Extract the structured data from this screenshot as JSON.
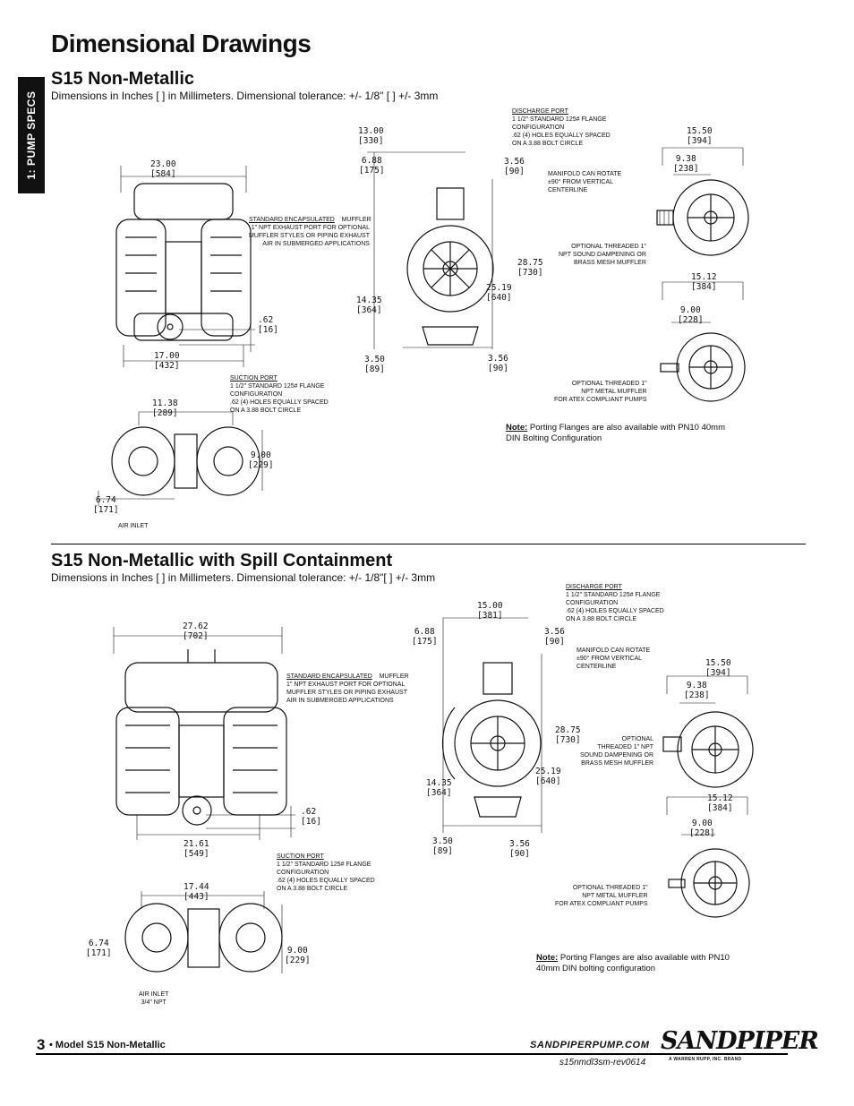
{
  "page": {
    "title": "Dimensional Drawings",
    "side_tab": "1: PUMP SPECS",
    "footer": {
      "page_number": "3",
      "model": "• Model S15 Non-Metallic",
      "website": "SANDPIPERPUMP.COM",
      "revision": "s15nmdl3sm-rev0614",
      "logo_text": "SANDPIPER",
      "logo_subtext": "A WARREN RUPP, INC. BRAND"
    }
  },
  "section1": {
    "heading": "S15 Non-Metallic",
    "subtitle": "Dimensions in Inches [    ] in Millimeters.  Dimensional tolerance: +/- 1/8\" [    ] +/- 3mm",
    "dims": {
      "d23_00": "23.00\n[584]",
      "d17_00": "17.00\n[432]",
      "d062": ".62\n[16]",
      "d11_38": "11.38\n[289]",
      "d9_00a": "9.00\n[229]",
      "d6_74": "6.74\n[171]",
      "d13_00": "13.00\n[330]",
      "d6_88": "6.88\n[175]",
      "d3_56a": "3.56\n[90]",
      "d28_75": "28.75\n[730]",
      "d25_19": "25.19\n[640]",
      "d14_35": "14.35\n[364]",
      "d3_50": "3.50\n[89]",
      "d3_56b": "3.56\n[90]",
      "d15_50": "15.50\n[394]",
      "d9_38": "9.38\n[238]",
      "d15_12": "15.12\n[384]",
      "d9_00b": "9.00\n[228]"
    },
    "labels": {
      "discharge_title": "DISCHARGE PORT",
      "discharge_body": "1 1/2\" STANDARD 125# FLANGE\nCONFIGURATION\n.62 (4) HOLES EQUALLY SPACED\nON A 3.88 BOLT CIRCLE",
      "manifold": "MANIFOLD CAN ROTATE\n±90° FROM VERTICAL\nCENTERLINE",
      "muffler_title": "STANDARD ENCAPSULATED",
      "muffler_word": "MUFFLER",
      "muffler_body": "1\" NPT EXHAUST PORT FOR OPTIONAL\nMUFFLER STYLES OR PIPING EXHAUST\nAIR IN SUBMERGED APPLICATIONS",
      "opt_sound": "OPTIONAL THREADED 1\"\nNPT SOUND DAMPENING OR\nBRASS MESH MUFFLER",
      "opt_metal": "OPTIONAL THREADED 1\"\nNPT METAL MUFFLER\nFOR ATEX COMPLIANT PUMPS",
      "suction_title": "SUCTION PORT",
      "suction_body": "1 1/2\" STANDARD 125# FLANGE\nCONFIGURATION\n.62 (4) HOLES EQUALLY SPACED\nON A 3.88 BOLT CIRCLE",
      "air_inlet": "AIR INLET"
    },
    "note_label": "Note:",
    "note_text": " Porting Flanges are also available with PN10 40mm\nDIN Bolting Configuration"
  },
  "section2": {
    "heading": "S15 Non-Metallic with Spill Containment",
    "subtitle": "Dimensions in Inches [    ] in Millimeters.  Dimensional tolerance: +/- 1/8\"[    ] +/- 3mm",
    "dims": {
      "d27_62": "27.62\n[702]",
      "d21_61": "21.61\n[549]",
      "d062": ".62\n[16]",
      "d17_44": "17.44\n[443]",
      "d6_74": "6.74\n[171]",
      "d9_00a": "9.00\n[229]",
      "d15_00": "15.00\n[381]",
      "d6_88": "6.88\n[175]",
      "d3_56a": "3.56\n[90]",
      "d28_75": "28.75\n[730]",
      "d25_19": "25.19\n[640]",
      "d14_35": "14.35\n[364]",
      "d3_50": "3.50\n[89]",
      "d3_56b": "3.56\n[90]",
      "d15_50": "15.50\n[394]",
      "d9_38": "9.38\n[238]",
      "d15_12": "15.12\n[384]",
      "d9_00b": "9.00\n[228]"
    },
    "labels": {
      "discharge_title": "DISCHARGE PORT",
      "discharge_body": "1 1/2\" STANDARD 125# FLANGE\nCONFIGURATION\n.62 (4) HOLES EQUALLY SPACED\nON A 3.88 BOLT CIRCLE",
      "manifold": "MANIFOLD CAN ROTATE\n±90° FROM VERTICAL\nCENTERLINE",
      "muffler_title": "STANDARD ENCAPSULATED",
      "muffler_word": "MUFFLER",
      "muffler_body": "1\" NPT EXHAUST PORT FOR OPTIONAL\nMUFFLER STYLES OR PIPING EXHAUST\nAIR IN SUBMERGED APPLICATIONS",
      "opt_sound": "OPTIONAL\nTHREADED 1\" NPT\nSOUND DAMPENING OR\nBRASS MESH MUFFLER",
      "opt_metal": "OPTIONAL THREADED 1\"\nNPT METAL MUFFLER\nFOR ATEX COMPLIANT PUMPS",
      "suction_title": "SUCTION PORT",
      "suction_body": "1 1/2\" STANDARD 125# FLANGE\nCONFIGURATION\n.62 (4) HOLES EQUALLY SPACED\nON A 3.88 BOLT CIRCLE",
      "air_inlet": "AIR INLET\n3/4\" NPT"
    },
    "note_label": "Note:",
    "note_text": " Porting Flanges are also available with PN10\n40mm DIN bolting configuration"
  }
}
